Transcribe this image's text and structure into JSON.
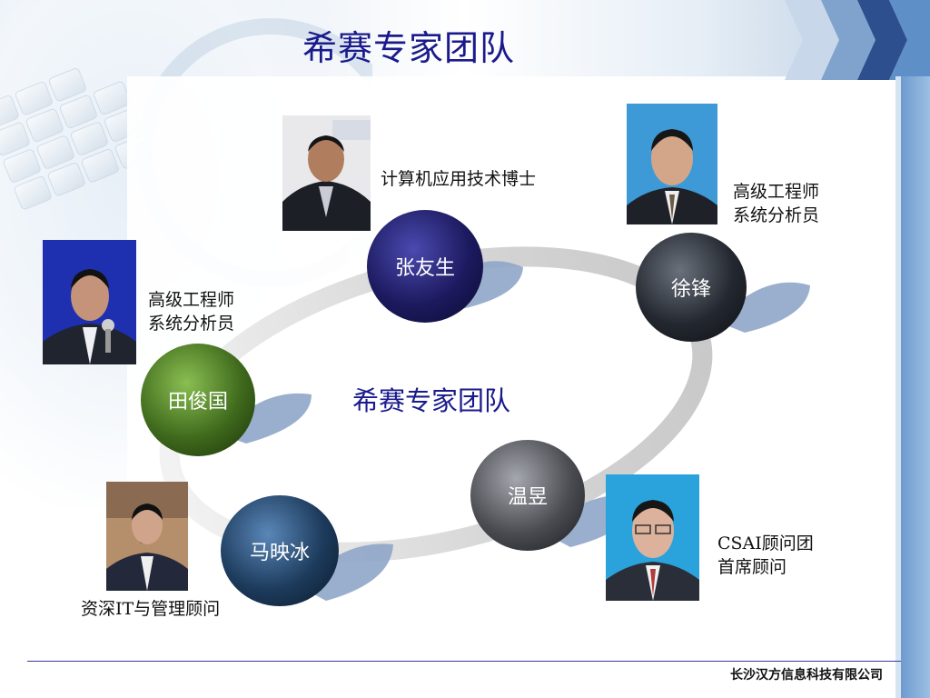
{
  "slide": {
    "title": "希赛专家团队",
    "center_title": "希赛专家团队",
    "footer_company": "长沙汉方信息科技有限公司"
  },
  "members": [
    {
      "name": "张友生",
      "desc_lines": [
        "计算机应用技术博士"
      ],
      "ball_color": "#1c1a5e"
    },
    {
      "name": "徐锋",
      "desc_lines": [
        "高级工程师",
        "系统分析员"
      ],
      "ball_color": "#232830"
    },
    {
      "name": "田俊国",
      "desc_lines": [
        "高级工程师",
        "系统分析员"
      ],
      "ball_color": "#3f6a1c"
    },
    {
      "name": "温昱",
      "desc_lines": [
        "CSAI顾问团",
        "首席顾问"
      ],
      "ball_color": "#4a4c52"
    },
    {
      "name": "马映冰",
      "desc_lines": [
        "资深IT与管理顾问"
      ],
      "ball_color": "#1d3b5c"
    }
  ],
  "colors": {
    "title": "#1a1a8c",
    "accent_blue": "#6e9bcf",
    "tail": "#8fa6c8"
  }
}
